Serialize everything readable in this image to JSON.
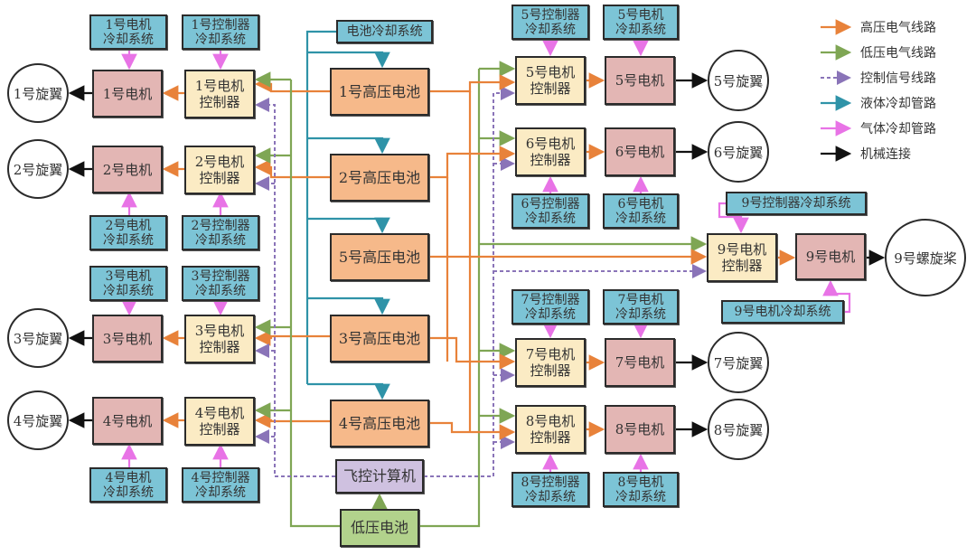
{
  "colors": {
    "high_voltage": "#e8823a",
    "low_voltage": "#7fa654",
    "control_signal": "#8a74b8",
    "liquid_cooling": "#2f93a8",
    "gas_cooling": "#e873e6",
    "mechanical": "#111111",
    "cooling_box": "#7cc4d6",
    "motor_box": "#e3b6b4",
    "controller_box": "#fbebc4",
    "battery_box": "#f6b98a",
    "fcc_box": "#cfc1e0",
    "lv_battery_box": "#b2d28c"
  },
  "legend": [
    {
      "key": "high_voltage",
      "label": "高压电气线路",
      "style": "solid"
    },
    {
      "key": "low_voltage",
      "label": "低压电气线路",
      "style": "solid"
    },
    {
      "key": "control_signal",
      "label": "控制信号线路",
      "style": "dashed"
    },
    {
      "key": "liquid_cooling",
      "label": "液体冷却管路",
      "style": "solid"
    },
    {
      "key": "gas_cooling",
      "label": "气体冷却管路",
      "style": "solid"
    },
    {
      "key": "mechanical",
      "label": "机械连接",
      "style": "solid"
    }
  ],
  "battery_cooling": "电池冷却系统",
  "batteries": [
    "1号高压电池",
    "2号高压电池",
    "5号高压电池",
    "3号高压电池",
    "4号高压电池"
  ],
  "flight_computer": "飞控计算机",
  "lv_battery": "低压电池",
  "left_units": [
    {
      "rotor": "1号旋翼",
      "motor": "1号电机",
      "controller": [
        "1号电机",
        "控制器"
      ],
      "motor_cooling": [
        "1号电机",
        "冷却系统"
      ],
      "ctrl_cooling": [
        "1号控制器",
        "冷却系统"
      ]
    },
    {
      "rotor": "2号旋翼",
      "motor": "2号电机",
      "controller": [
        "2号电机",
        "控制器"
      ],
      "motor_cooling": [
        "2号电机",
        "冷却系统"
      ],
      "ctrl_cooling": [
        "2号控制器",
        "冷却系统"
      ]
    },
    {
      "rotor": "3号旋翼",
      "motor": "3号电机",
      "controller": [
        "3号电机",
        "控制器"
      ],
      "motor_cooling": [
        "3号电机",
        "冷却系统"
      ],
      "ctrl_cooling": [
        "3号控制器",
        "冷却系统"
      ]
    },
    {
      "rotor": "4号旋翼",
      "motor": "4号电机",
      "controller": [
        "4号电机",
        "控制器"
      ],
      "motor_cooling": [
        "4号电机",
        "冷却系统"
      ],
      "ctrl_cooling": [
        "4号控制器",
        "冷却系统"
      ]
    }
  ],
  "right_units": [
    {
      "rotor": "5号旋翼",
      "motor": "5号电机",
      "controller": [
        "5号电机",
        "控制器"
      ],
      "motor_cooling": [
        "5号电机",
        "冷却系统"
      ],
      "ctrl_cooling": [
        "5号控制器",
        "冷却系统"
      ]
    },
    {
      "rotor": "6号旋翼",
      "motor": "6号电机",
      "controller": [
        "6号电机",
        "控制器"
      ],
      "motor_cooling": [
        "6号电机",
        "冷却系统"
      ],
      "ctrl_cooling": [
        "6号控制器",
        "冷却系统"
      ]
    },
    {
      "rotor": "7号旋翼",
      "motor": "7号电机",
      "controller": [
        "7号电机",
        "控制器"
      ],
      "motor_cooling": [
        "7号电机",
        "冷却系统"
      ],
      "ctrl_cooling": [
        "7号控制器",
        "冷却系统"
      ]
    },
    {
      "rotor": "8号旋翼",
      "motor": "8号电机",
      "controller": [
        "8号电机",
        "控制器"
      ],
      "motor_cooling": [
        "8号电机",
        "冷却系统"
      ],
      "ctrl_cooling": [
        "8号控制器",
        "冷却系统"
      ]
    }
  ],
  "pusher_unit": {
    "propeller": "9号螺旋桨",
    "motor": "9号电机",
    "controller": [
      "9号电机",
      "控制器"
    ],
    "motor_cooling": "9号电机冷却系统",
    "ctrl_cooling": "9号控制器冷却系统"
  }
}
